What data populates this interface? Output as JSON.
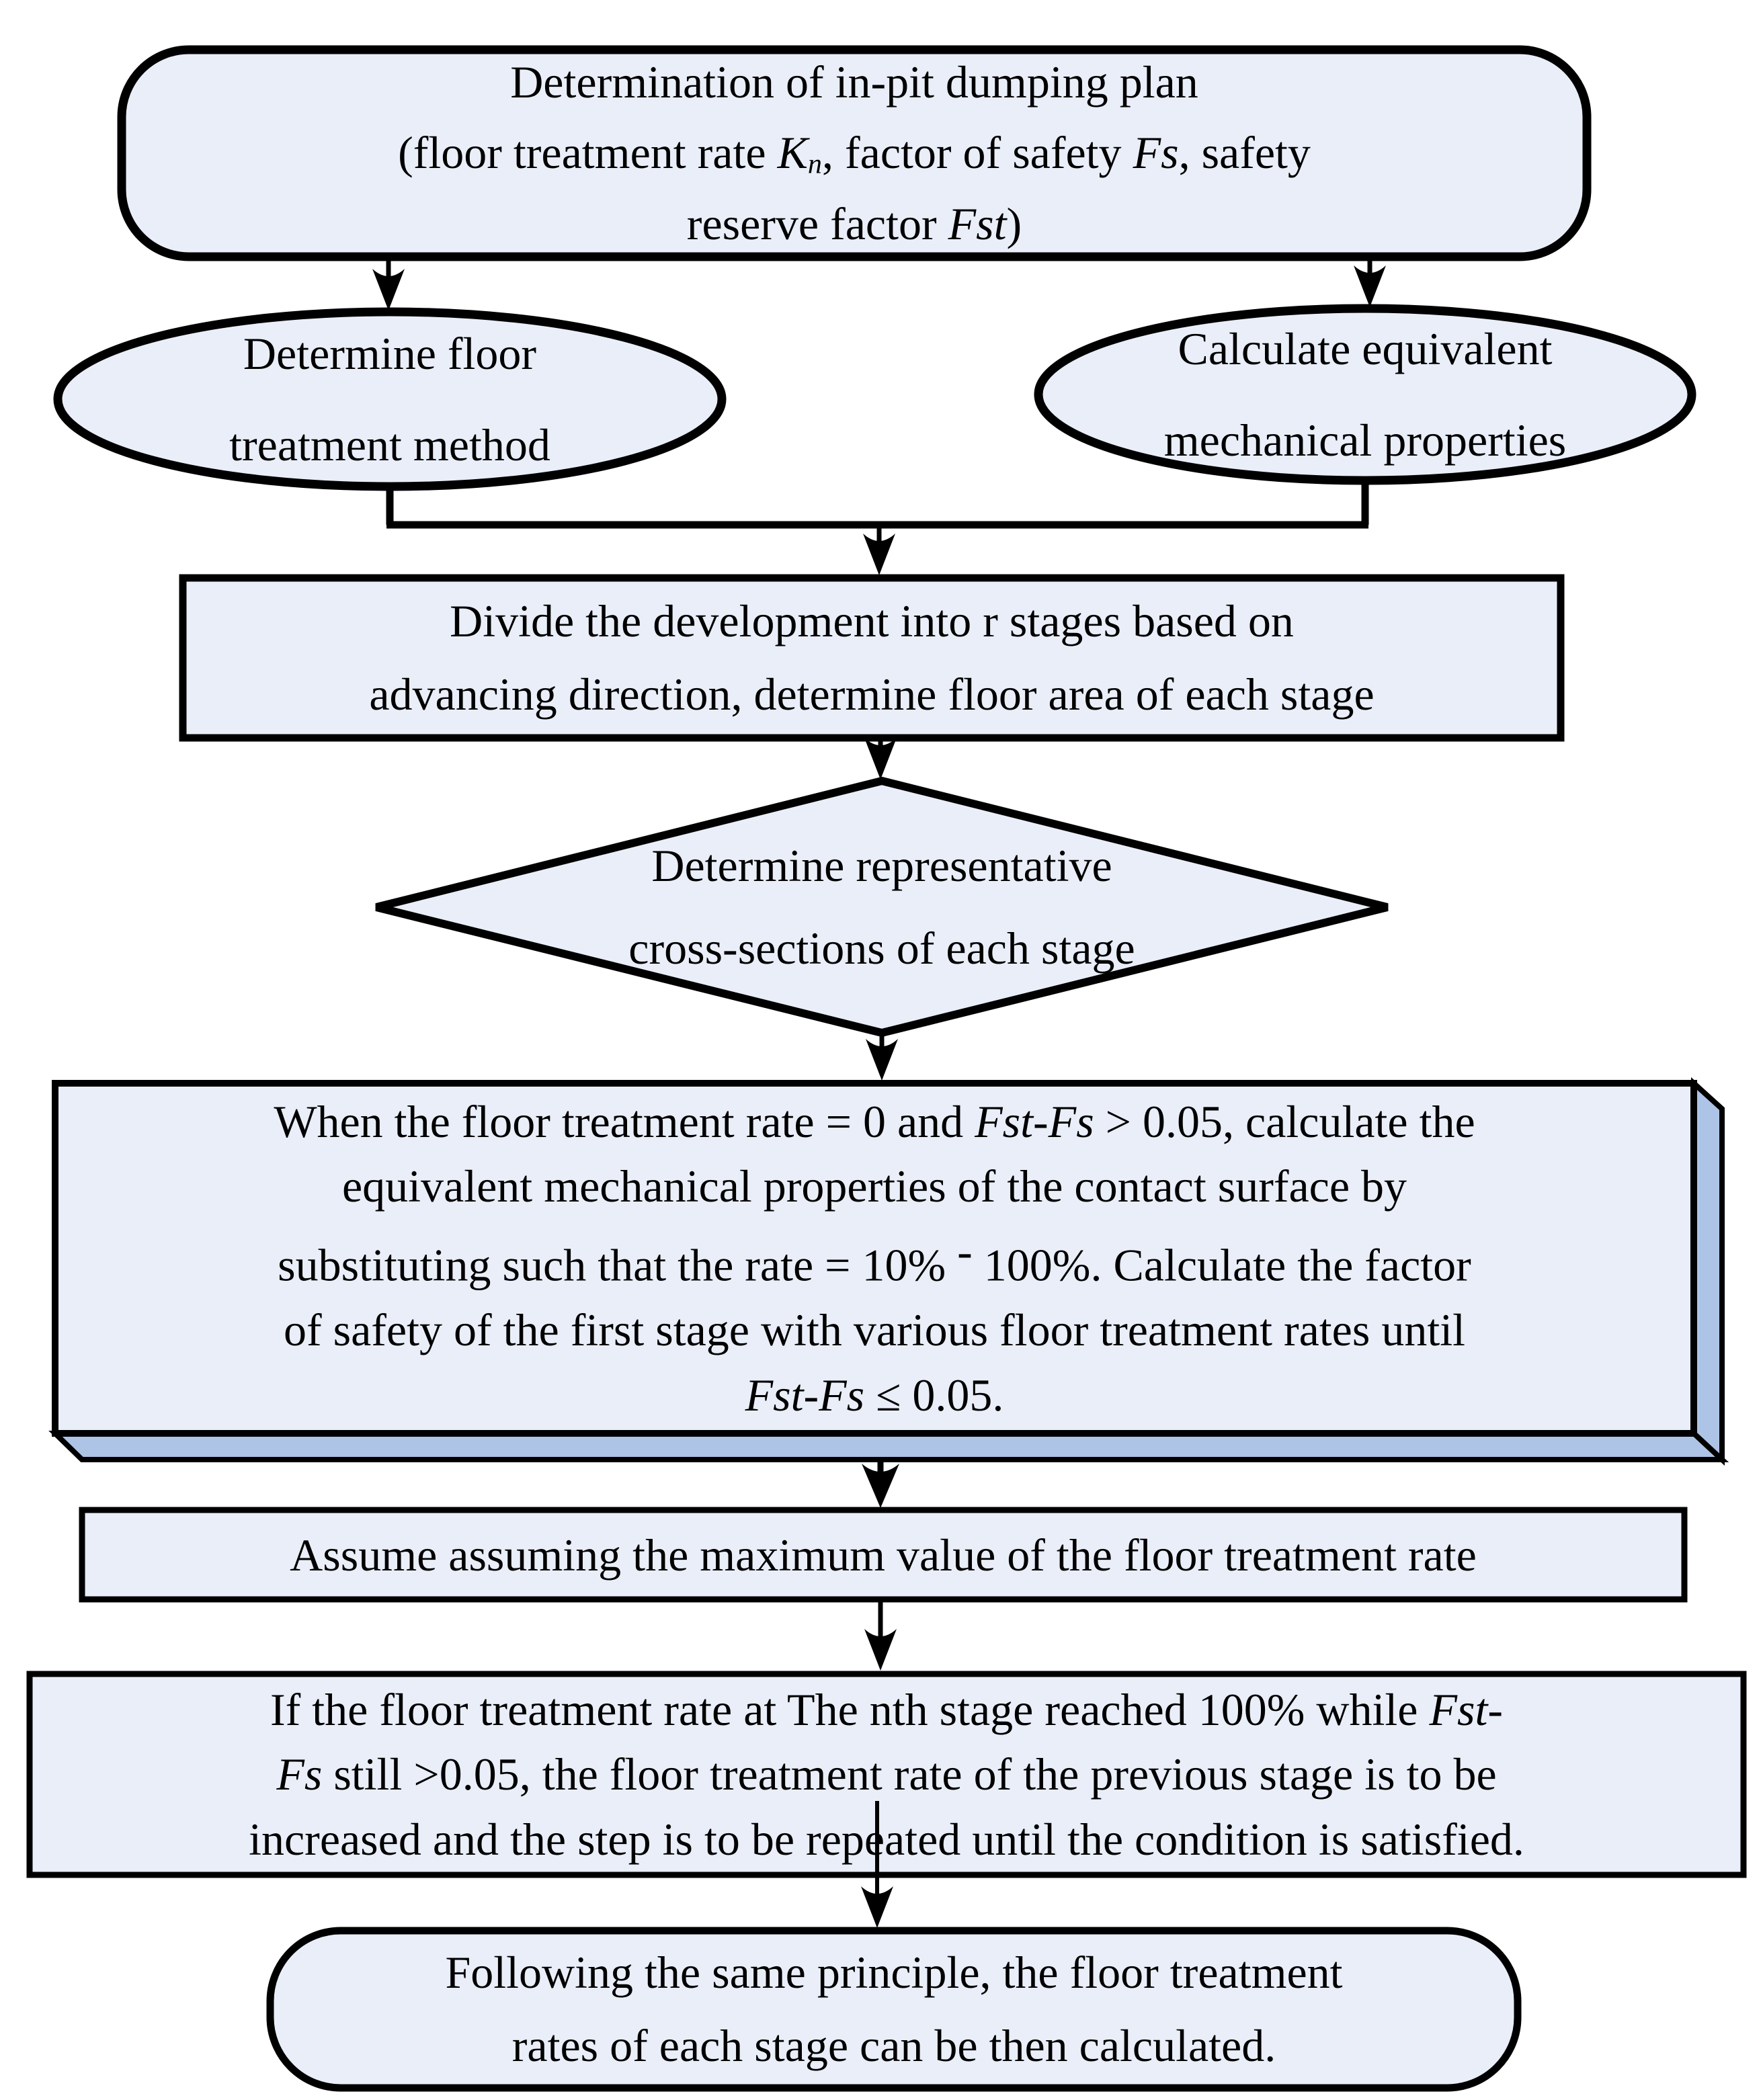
{
  "colors": {
    "shape_fill": "#e9eef8",
    "shade_fill": "#aec4e6",
    "border": "#000000",
    "background": "#ffffff"
  },
  "nodes": {
    "start": {
      "l1": "Determination of in-pit dumping plan",
      "l2_pre": "(floor treatment rate ",
      "l2_K": "K",
      "l2_n": "n",
      "l2_mid": ", factor of safety ",
      "l2_Fs": "Fs",
      "l2_post": ", safety",
      "l3_pre": "reserve factor ",
      "l3_Fst": "Fst",
      "l3_post": ")"
    },
    "method_ellipse": {
      "l1": "Determine floor",
      "l2": "treatment method"
    },
    "equivalent_ellipse": {
      "l1": "Calculate equivalent",
      "l2": "mechanical properties"
    },
    "divide_process": {
      "l1": "Divide the development into r stages based on",
      "l2": "advancing direction, determine floor area of each stage"
    },
    "sections_decision": {
      "l1": "Determine representative",
      "l2": "cross-sections of each stage"
    },
    "first_stage_calc": {
      "l1_pre": "When the floor treatment rate = 0 and ",
      "l1_it": "Fst-Fs",
      "l1_post": " > 0.05, calculate the",
      "l2": "equivalent mechanical properties of the contact surface by",
      "l3_pre": "substituting such that the rate = 10% ",
      "l3_dash": "-",
      "l3_post": " 100%. Calculate the factor",
      "l4": "of safety of the first stage with various floor treatment rates until",
      "l5_it": "Fst-Fs",
      "l5_post": " ≤ 0.05."
    },
    "assume_process": {
      "l1": "Assume assuming the maximum value of the floor treatment rate"
    },
    "iterate_process": {
      "l1_pre": "If the floor treatment rate at The nth stage reached 100% while ",
      "l1_it": "Fst-",
      "l2_it": "Fs",
      "l2_post": " still >0.05, the floor treatment rate of the previous stage is to be",
      "l3": "increased and the step is to be repeated until the condition is satisfied."
    },
    "end": {
      "l1": "Following the same principle, the floor treatment",
      "l2": "rates of each stage can be then calculated."
    }
  }
}
